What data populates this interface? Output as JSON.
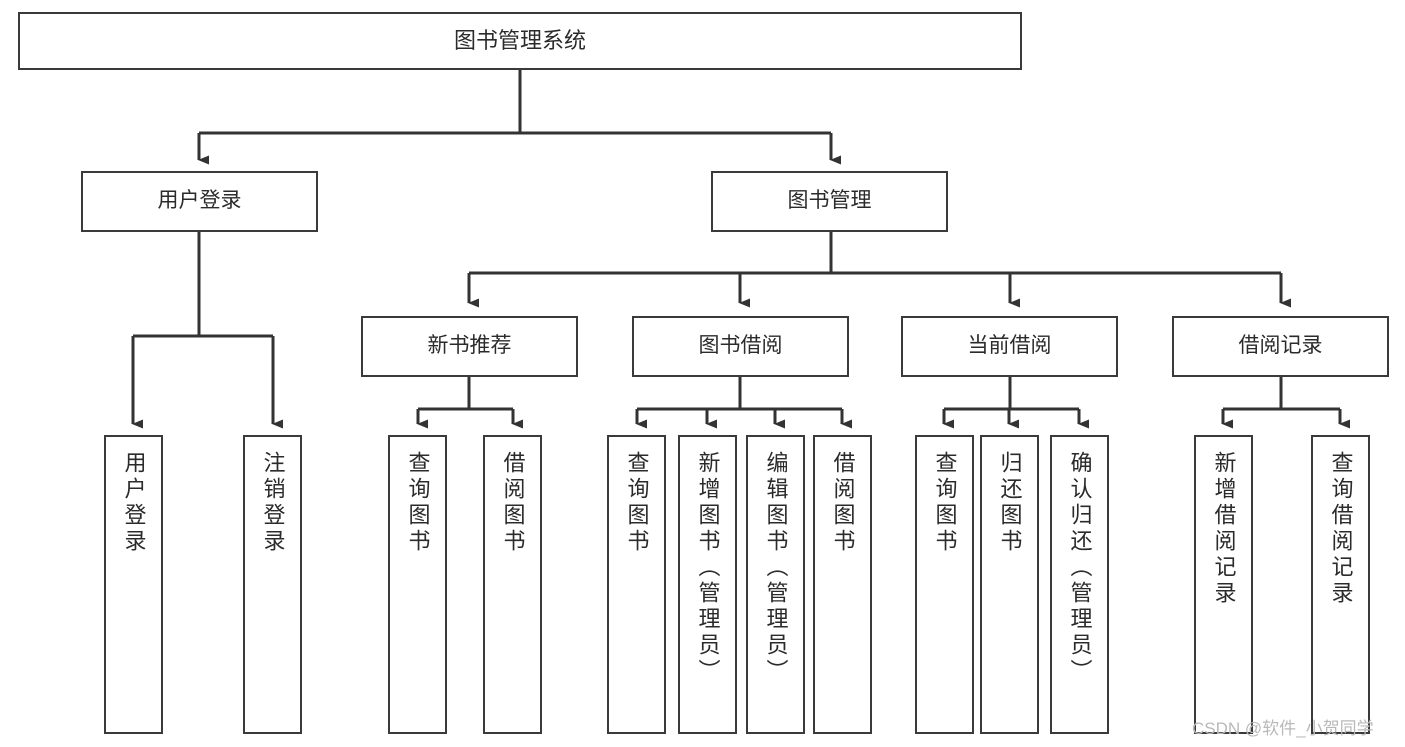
{
  "diagram": {
    "title": "图书管理系统",
    "type": "hierarchical-tree",
    "watermark": "CSDN @软件_小贺同学",
    "colors": {
      "background": "#ffffff",
      "box_border": "#3a3a3a",
      "box_fill": "#ffffff",
      "text": "#2b2b2b",
      "connector": "#333333",
      "watermark": "#b9b9b9"
    },
    "root": {
      "label": "图书管理系统"
    },
    "level2": [
      {
        "label": "用户登录"
      },
      {
        "label": "图书管理"
      }
    ],
    "level3": [
      {
        "label": "新书推荐"
      },
      {
        "label": "图书借阅"
      },
      {
        "label": "当前借阅"
      },
      {
        "label": "借阅记录"
      }
    ],
    "leaves": {
      "user_login": [
        {
          "label": "用户登录"
        },
        {
          "label": "注销登录"
        }
      ],
      "new_book_recommend": [
        {
          "label": "查询图书"
        },
        {
          "label": "借阅图书"
        }
      ],
      "book_borrow": [
        {
          "label": "查询图书"
        },
        {
          "label": "新增图书（管理员）"
        },
        {
          "label": "编辑图书（管理员）"
        },
        {
          "label": "借阅图书"
        }
      ],
      "current_borrow": [
        {
          "label": "查询图书"
        },
        {
          "label": "归还图书"
        },
        {
          "label": "确认归还（管理员）"
        }
      ],
      "borrow_record": [
        {
          "label": "新增借阅记录"
        },
        {
          "label": "查询借阅记录"
        }
      ]
    }
  }
}
